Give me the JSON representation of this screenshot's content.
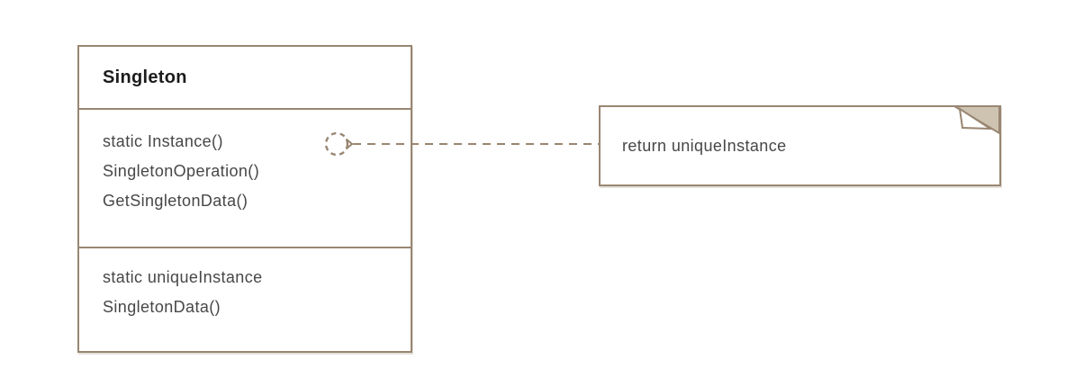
{
  "diagram": {
    "type": "uml-class-diagram",
    "class_box": {
      "title": "Singleton",
      "methods": [
        "static Instance()",
        "SingletonOperation()",
        "GetSingletonData()"
      ],
      "attributes": [
        "static uniqueInstance",
        "SingletonData()"
      ]
    },
    "note": {
      "text": "return uniqueInstance"
    },
    "connector": {
      "style": "dashed",
      "anchor_icon": "dashed-circle-arrow"
    },
    "colors": {
      "border": "#998672",
      "fold_fill": "#cec3b1",
      "title_text": "#1c1c1c",
      "body_text": "#474747",
      "background": "#ffffff"
    }
  }
}
